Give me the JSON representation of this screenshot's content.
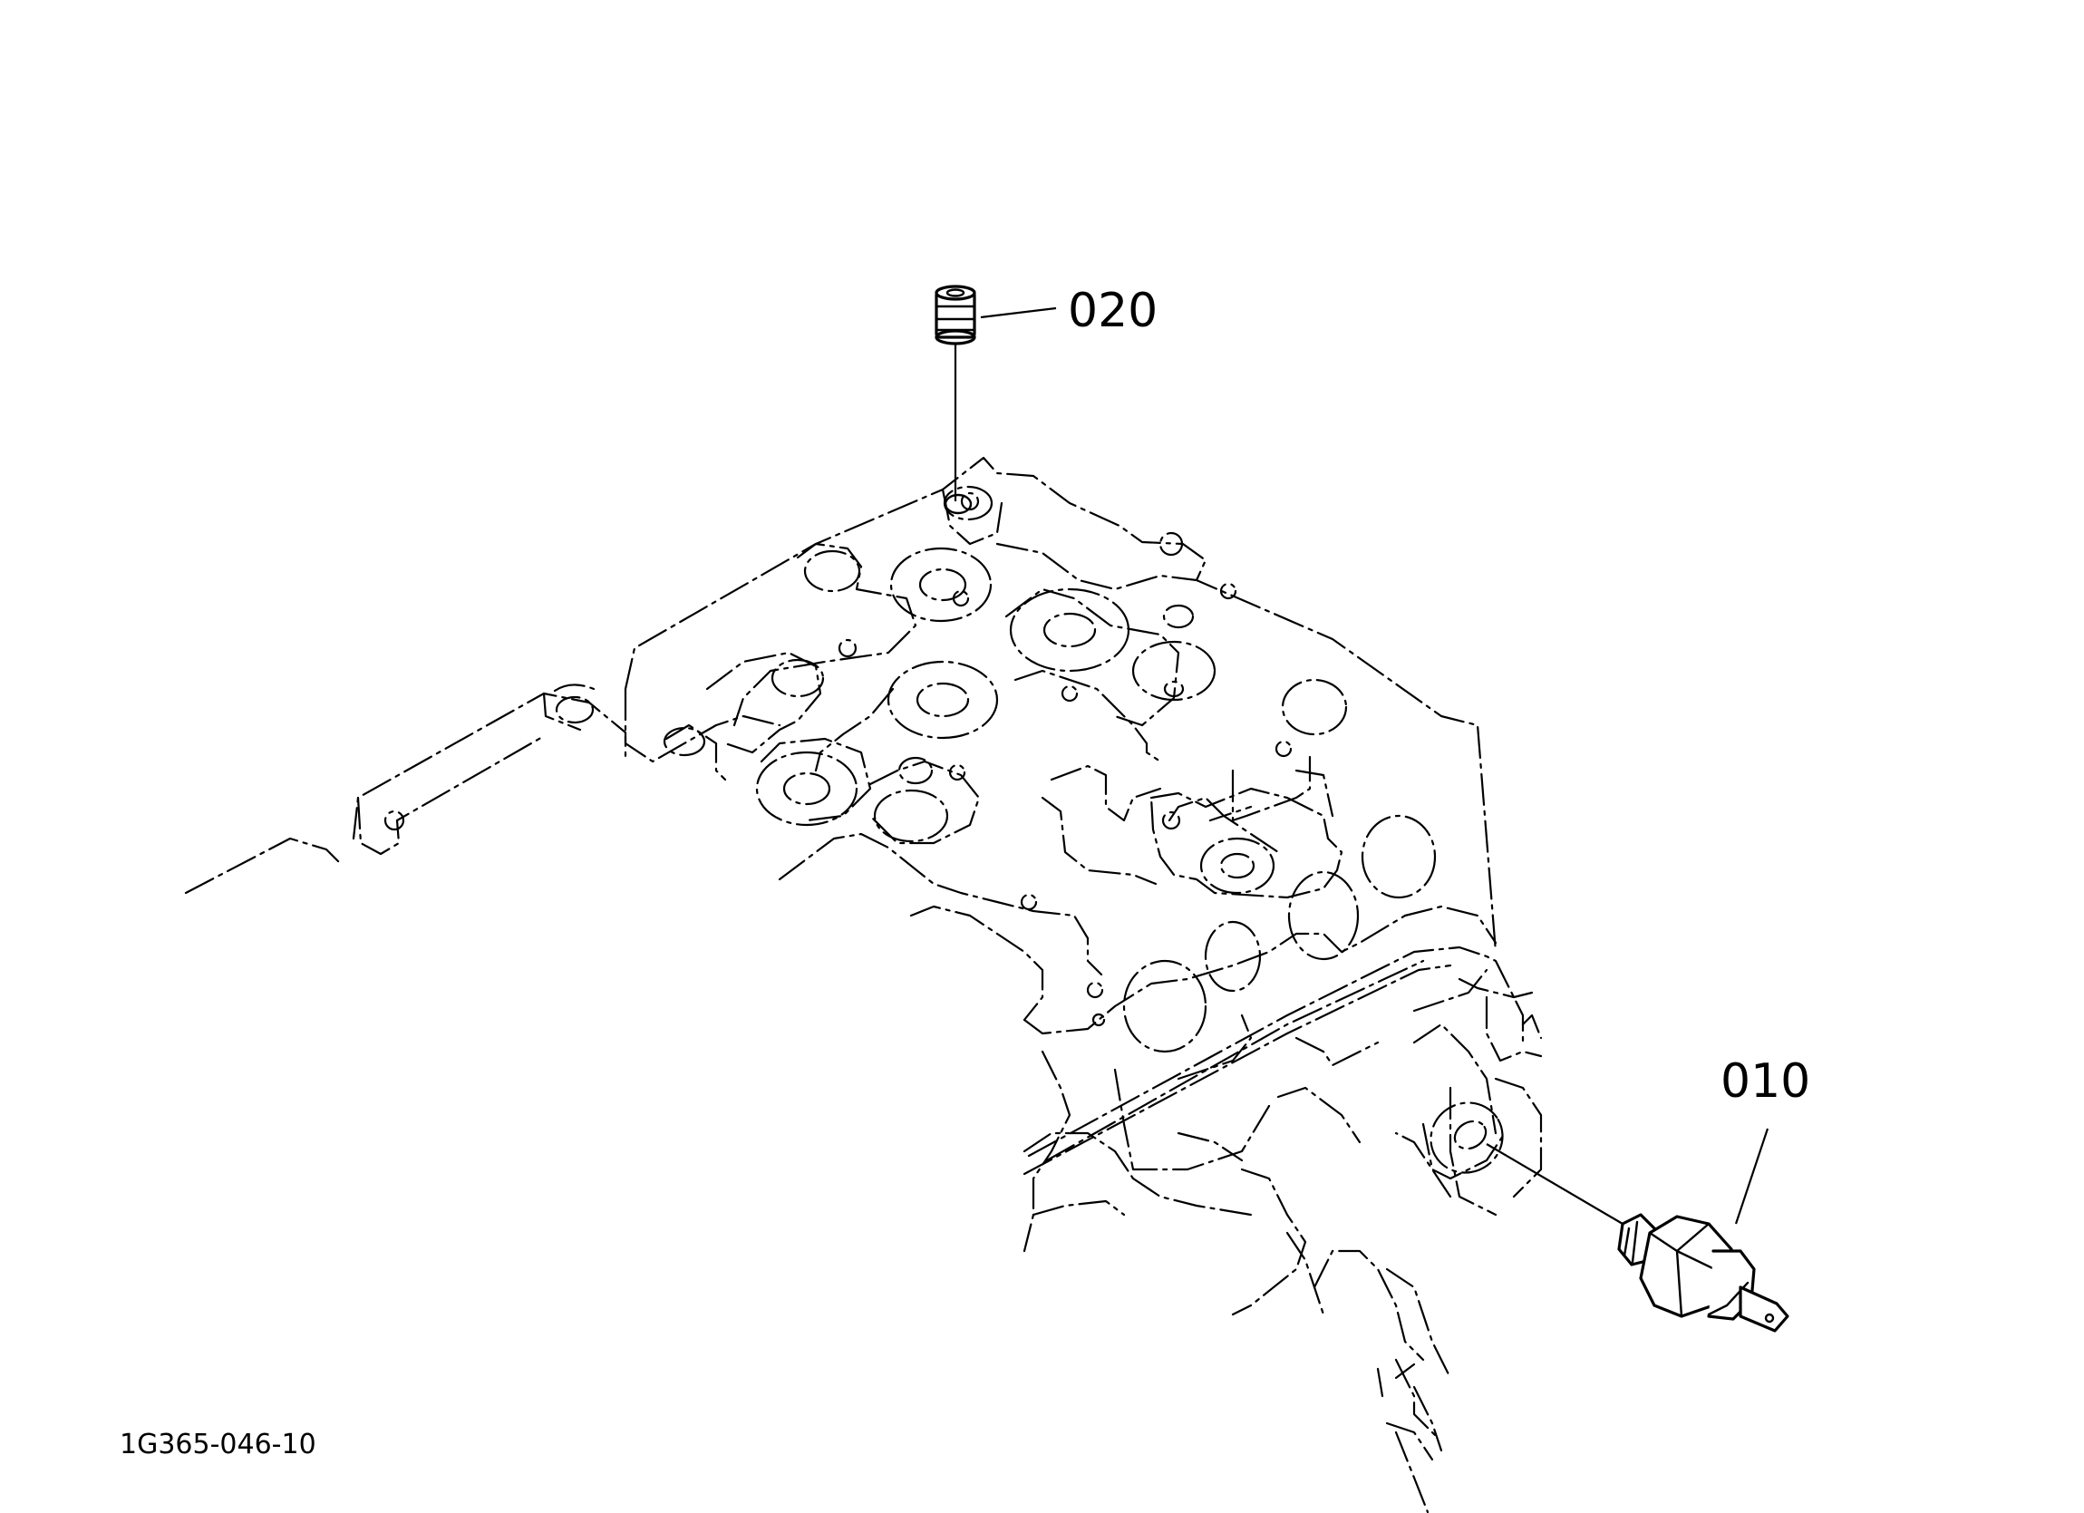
{
  "callouts": [
    {
      "id": "part-010",
      "label": "010"
    },
    {
      "id": "part-020",
      "label": "020"
    }
  ],
  "drawing_id": "1G365-046-10",
  "icons": {
    "plug": "hex-socket-plug-icon",
    "switch": "oil-pressure-switch-icon",
    "cylinder_head": "cylinder-head-icon"
  },
  "colors": {
    "line": "#000000",
    "background": "#ffffff"
  }
}
